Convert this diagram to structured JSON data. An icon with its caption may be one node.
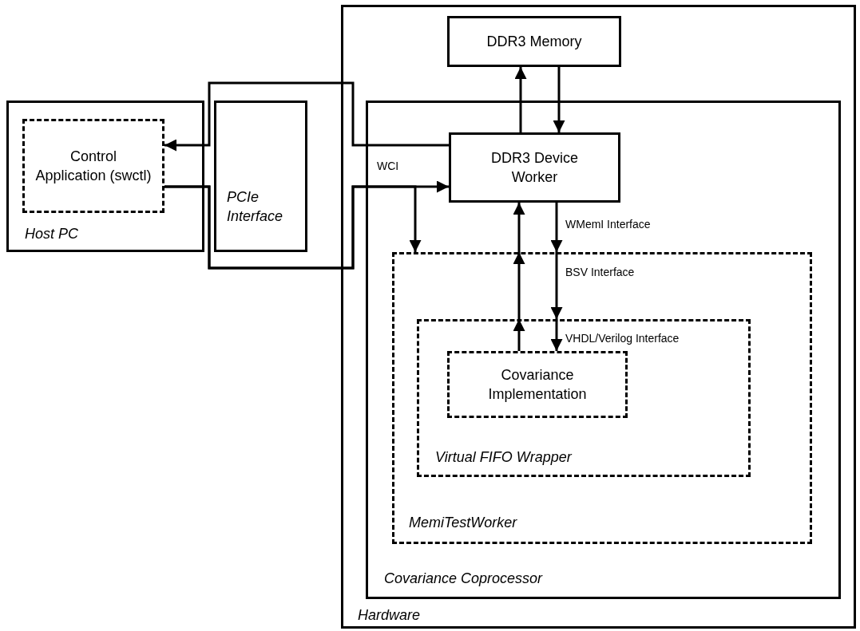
{
  "diagram": {
    "nodes": [
      {
        "text": [
          "Host PC"
        ]
      },
      {
        "text": [
          "Control Application (swctl)"
        ],
        "in": 0
      },
      {
        "text": [
          "PCIe Interface"
        ]
      },
      {
        "text": [
          "Hardware"
        ]
      },
      {
        "text": [
          "DDR3 Memory"
        ],
        "in": 3
      },
      {
        "text": [
          "Covariance Coprocessor"
        ],
        "in": 3
      },
      {
        "text": [
          "DDR3 Device Worker"
        ],
        "in": 5
      },
      {
        "text": [
          "MemiTestWorker"
        ],
        "in": 5
      },
      {
        "text": [
          "Virtual FIFO Wrapper"
        ],
        "in": 7
      },
      {
        "text": [
          "Covariance Implementation"
        ],
        "in": 8
      }
    ],
    "edges": [
      {
        "from": 6,
        "to": 4,
        "arrow": "to"
      },
      {
        "from": 4,
        "to": 6,
        "arrow": "to"
      },
      {
        "from": 6,
        "to": 1,
        "arrow": "to"
      },
      {
        "from": 1,
        "to": 6,
        "arrow": "to",
        "label": "WCI"
      },
      {
        "from": 1,
        "to": 7,
        "arrow": "to"
      },
      {
        "from": 9,
        "to": 6,
        "arrow": "to"
      },
      {
        "from": 6,
        "to": 9,
        "arrow": "to"
      }
    ],
    "labels": [
      "WMemI Interface",
      "BSV Interface",
      "VHDL/Verilog Interface"
    ]
  }
}
